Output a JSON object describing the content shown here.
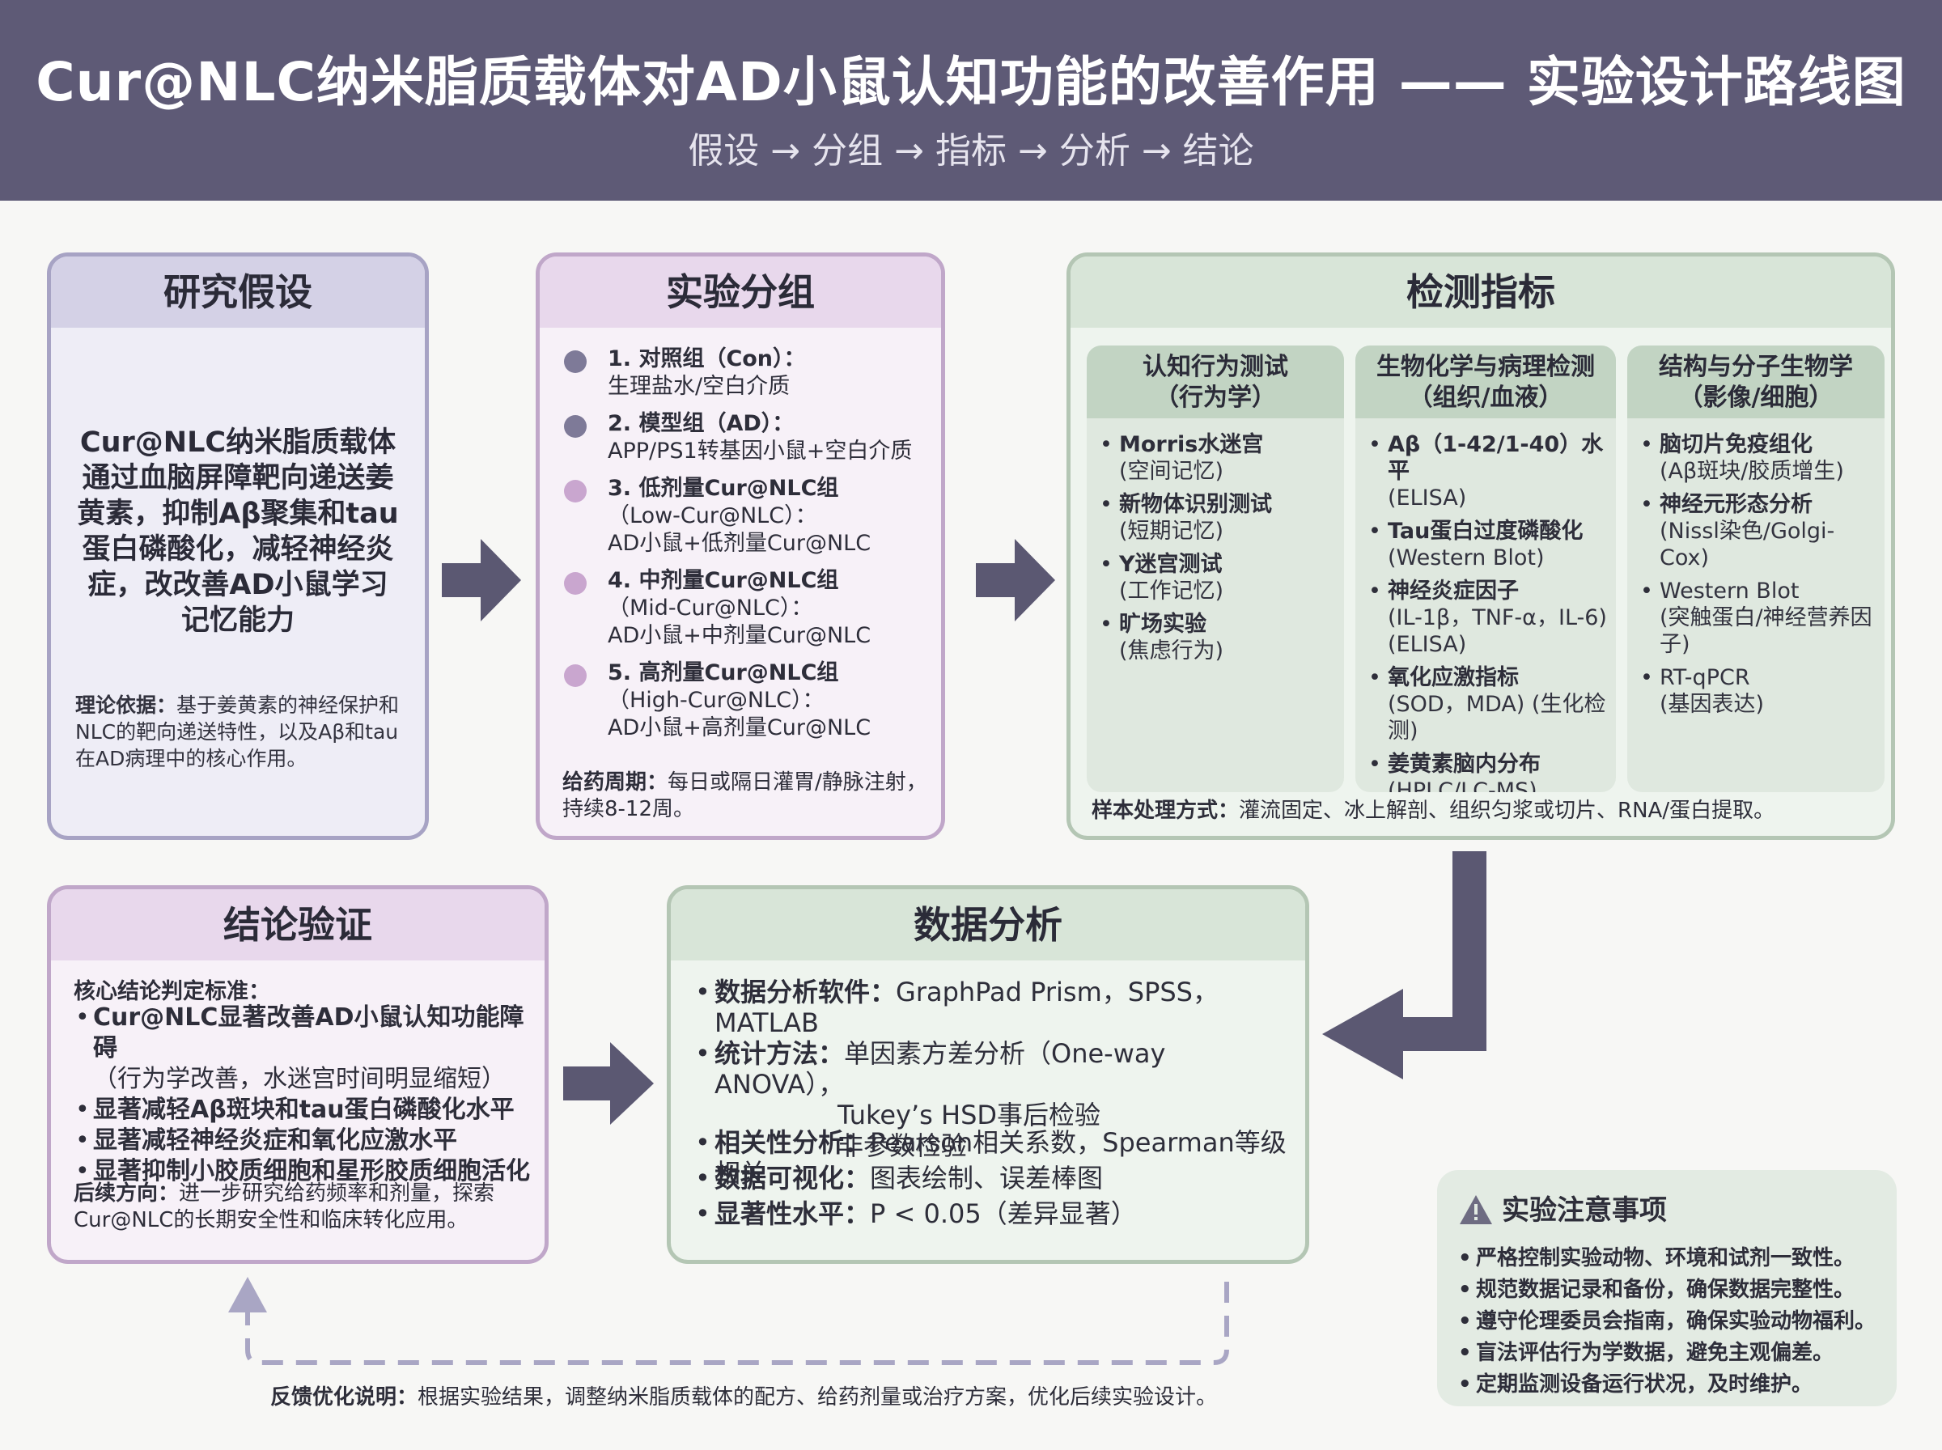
{
  "header": {
    "title": "Cur@NLC纳米脂质载体对AD小鼠认知功能的改善作用 —— 实验设计路线图",
    "subtitle": "假设 → 分组 → 指标 → 分析 → 结论"
  },
  "hypothesis": {
    "title": "研究假设",
    "main": "Cur@NLC纳米脂质载体通过血脑屏障靶向递送姜黄素，抑制Aβ聚集和tau蛋白磷酸化，减轻神经炎症，改改善AD小鼠学习记忆能力",
    "basis_label": "理论依据：",
    "basis_text": "基于姜黄素的神经保护和NLC的靶向递送特性，以及Aβ和tau在AD病理中的核心作用。"
  },
  "groups": {
    "title": "实验分组",
    "items": [
      {
        "label": "1. 对照组（Con）：",
        "desc": "生理盐水/空白介质",
        "color": "#7e7a98"
      },
      {
        "label": "2. 模型组（AD）：",
        "desc": "APP/PS1转基因小鼠+空白介质",
        "color": "#7e7a98"
      },
      {
        "label": "3. 低剂量Cur@NLC组",
        "sub": "（Low-Cur@NLC）：",
        "desc": "AD小鼠+低剂量Cur@NLC",
        "color": "#c9a6cf"
      },
      {
        "label": "4. 中剂量Cur@NLC组",
        "sub": "（Mid-Cur@NLC）：",
        "desc": "AD小鼠+中剂量Cur@NLC",
        "color": "#c9a6cf"
      },
      {
        "label": "5. 高剂量Cur@NLC组",
        "sub": "（High-Cur@NLC）：",
        "desc": "AD小鼠+高剂量Cur@NLC",
        "color": "#c9a6cf"
      }
    ],
    "cycle_label": "给药周期：",
    "cycle_text": "每日或隔日灌胃/静脉注射，持续8-12周。"
  },
  "indicators": {
    "title": "检测指标",
    "columns": [
      {
        "title1": "认知行为测试",
        "title2": "（行为学）",
        "items": [
          {
            "b": "Morris水迷宫",
            "n": "(空间记忆)"
          },
          {
            "b": "新物体识别测试",
            "n": "(短期记忆)"
          },
          {
            "b": "Y迷宫测试",
            "n": "(工作记忆)"
          },
          {
            "b": "旷场实验",
            "n": "(焦虑行为)"
          }
        ]
      },
      {
        "title1": "生物化学与病理检测",
        "title2": "（组织/血液）",
        "items": [
          {
            "b": "Aβ（1-42/1-40）水平",
            "n": "(ELISA)"
          },
          {
            "b": "Tau蛋白过度磷酸化",
            "n": "(Western Blot)"
          },
          {
            "b": "神经炎症因子",
            "n": "(IL-1β，TNF-α，IL-6) (ELISA)"
          },
          {
            "b": "氧化应激指标",
            "n": "(SOD，MDA) (生化检测)"
          },
          {
            "b": "姜黄素脑内分布",
            "n": "(HPLC/LC-MS)"
          }
        ]
      },
      {
        "title1": "结构与分子生物学",
        "title2": "（影像/细胞）",
        "items": [
          {
            "b": "脑切片免疫组化",
            "n": "(Aβ斑块/胶质增生)"
          },
          {
            "b": "神经元形态分析",
            "n": "(Nissl染色/Golgi-Cox)"
          },
          {
            "b": "Western Blot",
            "n": "(突触蛋白/神经营养因子)"
          },
          {
            "b": "RT-qPCR",
            "n": "(基因表达)"
          }
        ]
      }
    ],
    "sample_label": "样本处理方式：",
    "sample_text": "灌流固定、冰上解剖、组织匀浆或切片、RNA/蛋白提取。"
  },
  "conclusion": {
    "title": "结论验证",
    "criteria_label": "核心结论判定标准：",
    "items": [
      {
        "text": "Cur@NLC显著改善AD小鼠认知功能障碍",
        "note": "（行为学改善，水迷宫时间明显缩短）"
      },
      {
        "text": "显著减轻Aβ斑块和tau蛋白磷酸化水平"
      },
      {
        "text": "显著减轻神经炎症和氧化应激水平"
      },
      {
        "text": "显著抑制小胶质细胞和星形胶质细胞活化"
      }
    ],
    "future_label": "后续方向：",
    "future_text": "进一步研究给药频率和剂量，探索Cur@NLC的长期安全性和临床转化应用。"
  },
  "analysis": {
    "title": "数据分析",
    "rows": [
      {
        "k": "数据分析软件：",
        "v": "GraphPad Prism，SPSS，MATLAB"
      },
      {
        "k": "统计方法：",
        "v": "单因素方差分析（One-way ANOVA），",
        "extra": [
          "Tukey’s HSD事后检验",
          "非参数检验"
        ]
      },
      {
        "k": "相关性分析：",
        "v": "Pearson相关系数，Spearman等级相关"
      },
      {
        "k": "数据可视化：",
        "v": "图表绘制、误差棒图"
      },
      {
        "k": "显著性水平：",
        "v": "P < 0.05（差异显著）"
      }
    ]
  },
  "notes": {
    "title": "实验注意事项",
    "icon": "warning-icon",
    "items": [
      "严格控制实验动物、环境和试剂一致性。",
      "规范数据记录和备份，确保数据完整性。",
      "遵守伦理委员会指南，确保实验动物福利。",
      "盲法评估行为学数据，避免主观偏差。",
      "定期监测设备运行状况，及时维护。"
    ]
  },
  "feedback": {
    "label": "反馈优化说明：",
    "text": "根据实验结果，调整纳米脂质载体的配方、给药剂量或治疗方案，优化后续实验设计。"
  },
  "colors": {
    "header": "#5e5a76",
    "arrow": "#5b5872",
    "dashed_arrow": "#a9a6c4"
  }
}
